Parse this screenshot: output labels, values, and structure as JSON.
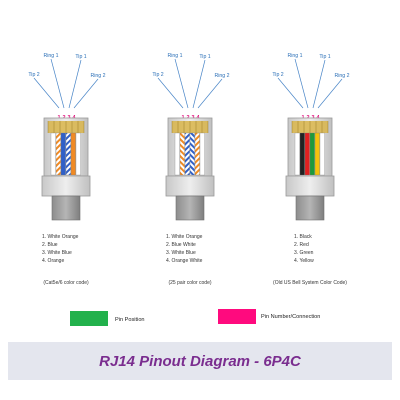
{
  "connectors": [
    {
      "wire_labels": [
        "Tip 2",
        "Ring 1",
        "Tip 1",
        "Ring 2"
      ],
      "pins": [
        "1",
        "2",
        "3",
        "4"
      ],
      "colors": [
        "1. White Orange",
        "2. Blue",
        "3. White Blue",
        "4. Orange"
      ],
      "code": "(Cat5e/6 color code)"
    },
    {
      "wire_labels": [
        "Tip 2",
        "Ring 1",
        "Tip 1",
        "Ring 2"
      ],
      "pins": [
        "1",
        "2",
        "3",
        "4"
      ],
      "colors": [
        "1. White Orange",
        "2. Blue White",
        "3. White Blue",
        "4. Orange White"
      ],
      "code": "(25 pair color code)"
    },
    {
      "wire_labels": [
        "Tip 2",
        "Ring 1",
        "Tip 1",
        "Ring 2"
      ],
      "pins": [
        "1",
        "2",
        "3",
        "4"
      ],
      "colors": [
        "1. Black",
        "2. Red",
        "3. Green",
        "4. Yellow"
      ],
      "code": "(Old US Bell System Color Code)"
    }
  ],
  "legend": {
    "pin_position": {
      "label": "Pin Position",
      "color": "#22b14c"
    },
    "pin_number": {
      "label": "Pin Number/Connection",
      "color": "#ff0a7e"
    }
  },
  "title": "RJ14 Pinout Diagram - 6P4C",
  "colors": {
    "ring_label": "#2a6fb7",
    "pin_label": "#e0157f",
    "title": "#7a2d8f"
  }
}
